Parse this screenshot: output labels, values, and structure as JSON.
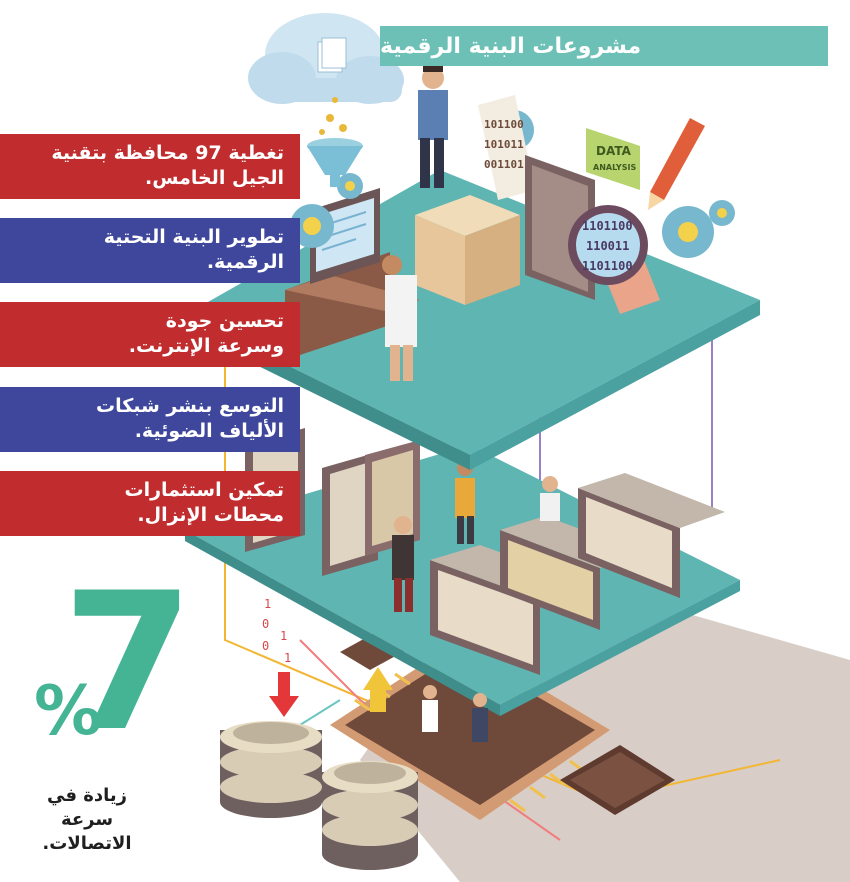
{
  "title": "مشروعات البنية الرقمية",
  "bars": [
    {
      "line1": "تغطية 97 محافظة بتقنية",
      "line2": "الجيل الخامس.",
      "color": "#c12d2f"
    },
    {
      "line1": "تطوير البنية التحتية",
      "line2": "الرقمية.",
      "color": "#3f479c"
    },
    {
      "line1": "تحسين جودة",
      "line2": "وسرعة الإنترنت.",
      "color": "#c12d2f"
    },
    {
      "line1": "التوسع بنشر شبكات",
      "line2": "الألياف الضوئية.",
      "color": "#3f479c"
    },
    {
      "line1": "تمكين استثمارات",
      "line2": "محطات الإنزال.",
      "color": "#c12d2f"
    }
  ],
  "stat": {
    "value": "7",
    "percent_sign": "%",
    "caption_lines": [
      "زيادة في",
      "سرعة",
      "الاتصالات."
    ],
    "color": "#45b494"
  },
  "sign_lines": [
    "DATA",
    "ANALYSIS"
  ],
  "binary_doc": [
    "101100",
    "101011",
    "001101"
  ],
  "binary_lens": [
    "1101100",
    "110011",
    "1101100"
  ],
  "binary_stream": [
    "1",
    "0",
    "1",
    "0",
    "1"
  ],
  "colors": {
    "banner": "#6cc0b6",
    "platform": "#5fb5b2"
  }
}
